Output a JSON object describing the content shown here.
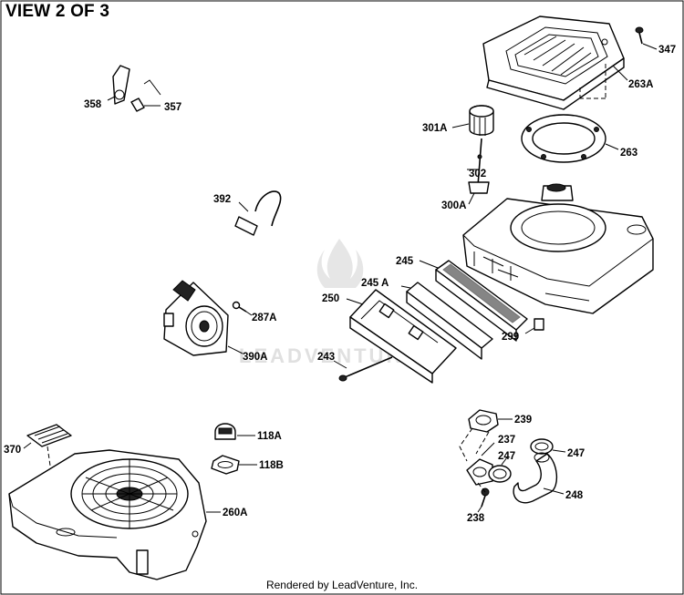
{
  "header": {
    "title": "VIEW 2 OF 3"
  },
  "footer": {
    "credit": "Rendered by LeadVenture, Inc."
  },
  "watermark": {
    "text": "LEADVENTURE"
  },
  "callouts": {
    "p347": "347",
    "p263A": "263A",
    "p358": "358",
    "p357": "357",
    "p301A": "301A",
    "p263": "263",
    "p302": "302",
    "p300A": "300A",
    "p392": "392",
    "p245": "245",
    "p245A": "245 A",
    "p250": "250",
    "p287A": "287A",
    "p390A": "390A",
    "p299": "299",
    "p243": "243",
    "p239": "239",
    "p118A": "118A",
    "p237": "237",
    "p247a": "247",
    "p247b": "247",
    "p370": "370",
    "p118B": "118B",
    "p260A": "260A",
    "p248": "248",
    "p238": "238"
  }
}
